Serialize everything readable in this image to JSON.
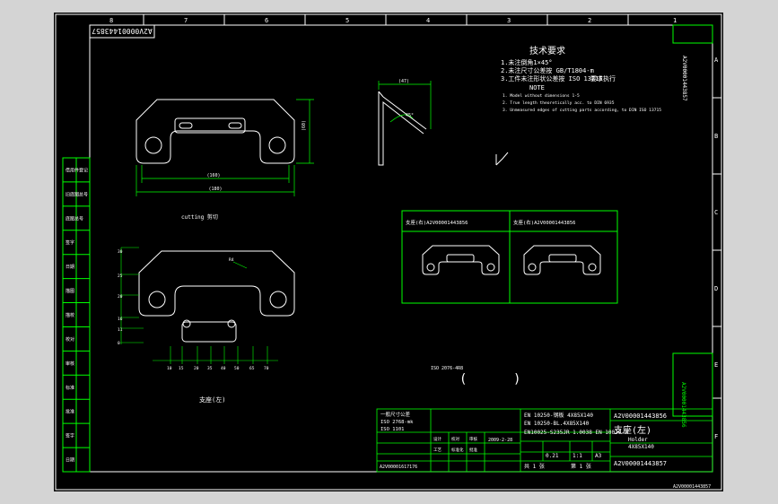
{
  "colors": {
    "background": "#000000",
    "frame": "#ffffff",
    "tables": "#00ff00",
    "accent": "#ffff00",
    "drawing": "#ffffff"
  },
  "drawing_id": "A2V00001443857",
  "drawing_id_rotated": "A2V00001443857",
  "tech": {
    "title": "技术要求",
    "line1": "1.未注倒角1×45°",
    "line2": "2.未注尺寸公差按 GB/T1804-m",
    "line3": "3.工件未注形状公差按 ISO 13715",
    "line3_tail": "要求执行",
    "note_title": "NOTE",
    "note1": "1. Model without dimensions 1-5",
    "note2": "2. True length theoretically acc. to DIN 6935",
    "note3": "3. Unmeasured edges of cutting parts according, to DIN ISO 13715"
  },
  "views": {
    "dim_width_inner": "(160)",
    "dim_width_outer": "(180)",
    "dim_height": "(60)",
    "dim_angle_top": "(47)",
    "angle_label": "45°",
    "cutting_label": "cutting 剪切",
    "dim_left_side": [
      "30",
      "25",
      "20",
      "16",
      "11",
      "0"
    ],
    "dim_bottom": [
      "10",
      "15",
      "20",
      "35",
      "40",
      "50",
      "65",
      "70"
    ],
    "radius_label": "R4",
    "view_title": "支座(左)",
    "iso_note": "ISO 2076-4R8",
    "paren_open": "(",
    "paren_close": ")"
  },
  "table_views": {
    "header_left": "支座(右)A2V00001443856",
    "header_right": "支座(右)A2V00001443856"
  },
  "title_block": {
    "mat_line1": "EN 10250-钢板 4X85X140",
    "mat_line2": "EN 10250-BL.4X85X140",
    "mat_line3": "EN10025-S235JR 1.0038 EN 10029-A",
    "part_name_cn": "支座(左)",
    "part_name_en": "Holder",
    "part_size": "4X85X140",
    "part_number": "A2V00001443857",
    "ref_number": "A2V00001443856",
    "iso_lines": [
      "一般尺寸公差",
      "ISO 2768-mk",
      "ISO 1101"
    ],
    "date_label": "2009-2-28",
    "scale_label": "1:1",
    "weight": "0.21",
    "sheet": "A3",
    "sheet_labels": [
      "共 1 张",
      "第 1 张"
    ],
    "small_id": "A2V00001617176",
    "approval_rows": [
      "设计",
      "校对",
      "审核",
      "工艺",
      "标准化",
      "批准"
    ]
  },
  "left_strip": [
    "借用件登记",
    "旧底图总号",
    "底图总号",
    "签字",
    "日期",
    "描图",
    "描校",
    "校对",
    "审核",
    "标准",
    "批准",
    "签字",
    "日期"
  ],
  "grid_letters_right": [
    "A",
    "B",
    "C",
    "D",
    "E",
    "F"
  ],
  "grid_numbers_top": [
    "8",
    "7",
    "6",
    "5",
    "4",
    "3",
    "2",
    "1"
  ]
}
